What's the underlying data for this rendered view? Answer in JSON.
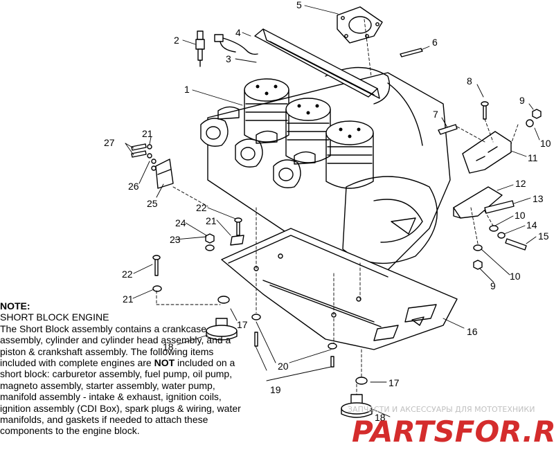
{
  "callouts": [
    "1",
    "2",
    "3",
    "4",
    "5",
    "6",
    "7",
    "8",
    "9",
    "10",
    "11",
    "12",
    "13",
    "14",
    "15",
    "16",
    "17",
    "18",
    "19",
    "20",
    "21",
    "22",
    "23",
    "24",
    "25",
    "26",
    "27"
  ],
  "note": {
    "title": "NOTE:",
    "heading": "SHORT BLOCK ENGINE",
    "body_before": "The Short Block assembly contains a crankcase assembly, cylinder and cylinder head assembly, and a piston & crankshaft assembly.  The following items included with complete engines are ",
    "emphasis": "NOT",
    "body_after": " included on a short block:  carburetor assembly, fuel pump, oil pump, magneto assembly, starter assembly, water pump, manifold assembly - intake & exhaust, ignition coils, ignition assembly (CDI Box), spark plugs & wiring, water manifolds, and gaskets if needed to attach these components to the engine block."
  },
  "watermark": {
    "tagline": "ЗАПЧАСТИ И АКСЕССУАРЫ ДЛЯ МОТОТЕХНИКИ",
    "brand": "PARTSFOR.RU"
  }
}
